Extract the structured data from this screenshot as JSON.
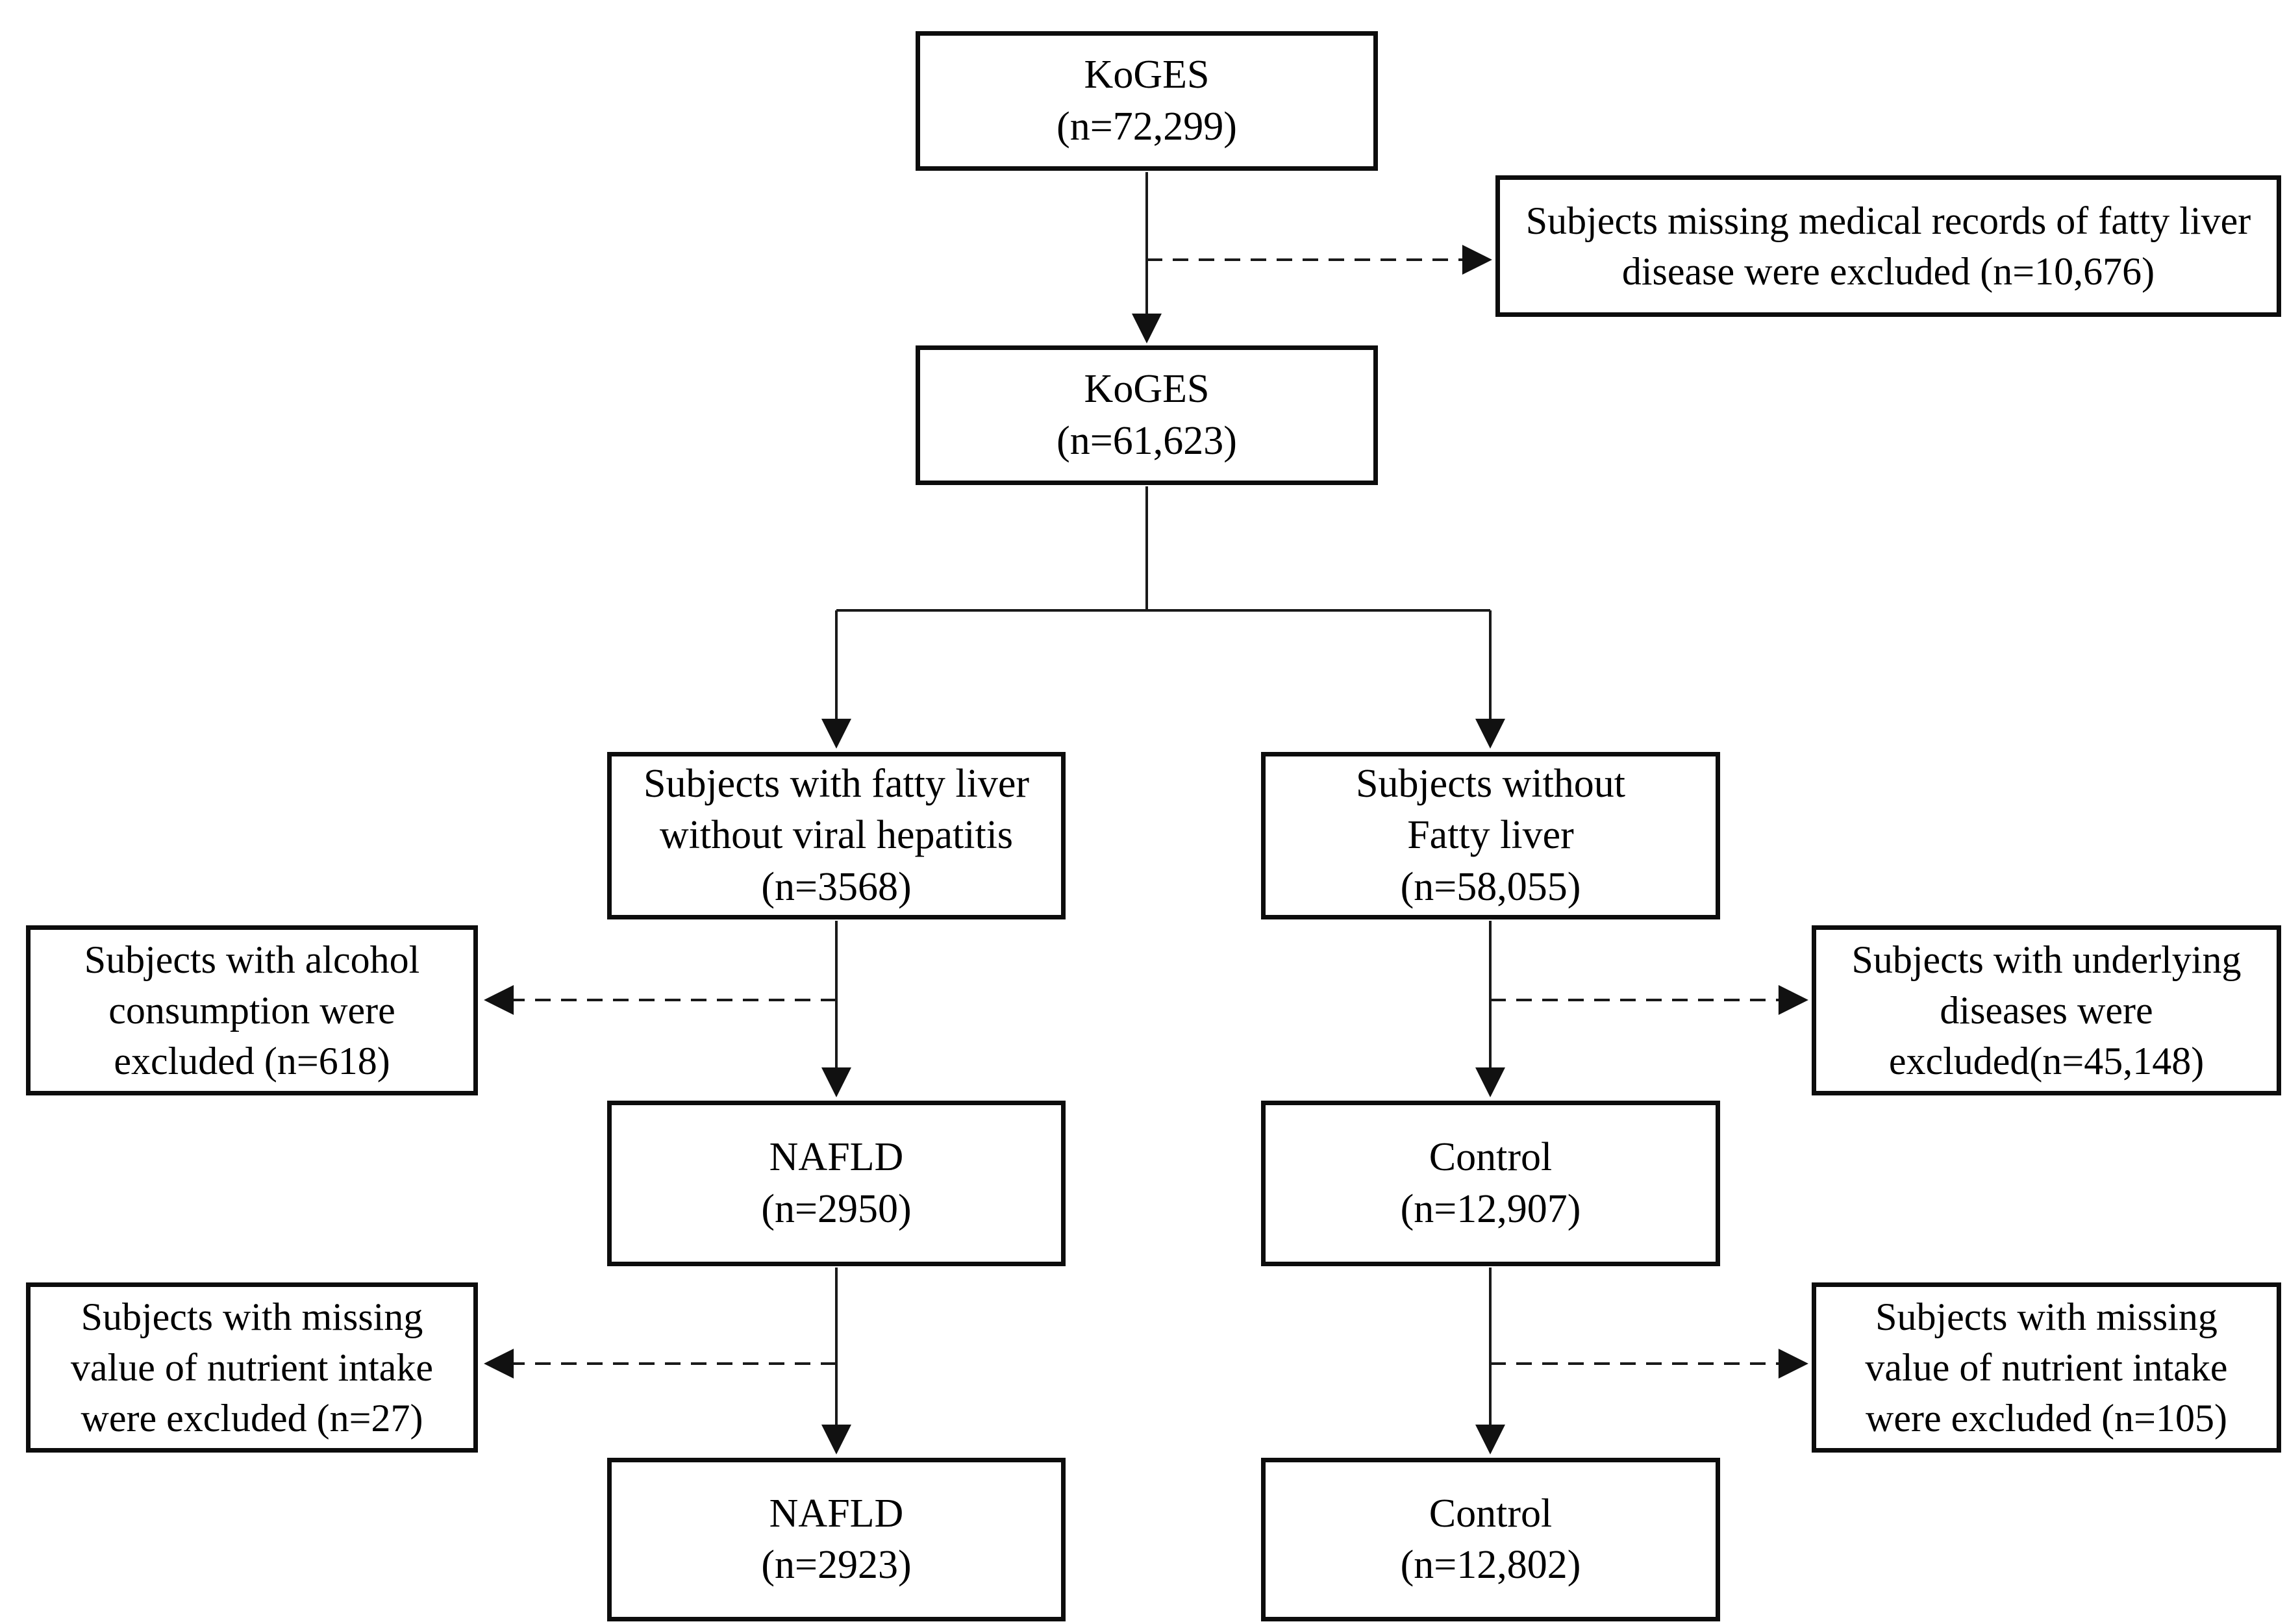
{
  "diagram": {
    "type": "flowchart",
    "description": "Subject selection flow diagram (KoGES cohort, NAFLD vs Control)",
    "colors": {
      "background": "#ffffff",
      "box_border": "#0d0d0d",
      "line": "#1a1a1a",
      "text": "#000000"
    },
    "nodes": {
      "koges_1": {
        "lines": [
          "KoGES",
          "(n=72,299)"
        ]
      },
      "koges_2": {
        "lines": [
          "KoGES",
          "(n=61,623)"
        ]
      },
      "fatty_liver": {
        "lines": [
          "Subjects with fatty liver",
          "without viral hepatitis",
          "(n=3568)"
        ]
      },
      "no_fatty_liver": {
        "lines": [
          "Subjects without",
          "Fatty liver",
          "(n=58,055)"
        ]
      },
      "nafld_1": {
        "lines": [
          "NAFLD",
          "(n=2950)"
        ]
      },
      "control_1": {
        "lines": [
          "Control",
          "(n=12,907)"
        ]
      },
      "nafld_2": {
        "lines": [
          "NAFLD",
          "(n=2923)"
        ]
      },
      "control_2": {
        "lines": [
          "Control",
          "(n=12,802)"
        ]
      },
      "excl_missing_records": {
        "lines": [
          "Subjects missing medical records of fatty liver",
          "disease were excluded (n=10,676)"
        ]
      },
      "excl_alcohol": {
        "lines": [
          "Subjects with alcohol",
          "consumption were",
          "excluded (n=618)"
        ]
      },
      "excl_underlying": {
        "lines": [
          "Subjects with underlying",
          "diseases were",
          "excluded(n=45,148)"
        ]
      },
      "excl_nutrient_nafld": {
        "lines": [
          "Subjects with missing",
          "value of nutrient intake",
          "were excluded (n=27)"
        ]
      },
      "excl_nutrient_control": {
        "lines": [
          "Subjects with missing",
          "value of nutrient intake",
          "were excluded (n=105)"
        ]
      }
    },
    "edges": [
      {
        "from": "koges_1",
        "to": "koges_2",
        "style": "solid-arrow"
      },
      {
        "from": "koges_1-to-koges_2",
        "to": "excl_missing_records",
        "style": "dashed-arrow"
      },
      {
        "from": "koges_2",
        "to": "fatty_liver",
        "style": "solid-arrow"
      },
      {
        "from": "koges_2",
        "to": "no_fatty_liver",
        "style": "solid-arrow"
      },
      {
        "from": "fatty_liver",
        "to": "nafld_1",
        "style": "solid-arrow"
      },
      {
        "from": "fatty_liver-to-nafld_1",
        "to": "excl_alcohol",
        "style": "dashed-arrow"
      },
      {
        "from": "no_fatty_liver",
        "to": "control_1",
        "style": "solid-arrow"
      },
      {
        "from": "no_fatty_liver-to-control_1",
        "to": "excl_underlying",
        "style": "dashed-arrow"
      },
      {
        "from": "nafld_1",
        "to": "nafld_2",
        "style": "solid-arrow"
      },
      {
        "from": "nafld_1-to-nafld_2",
        "to": "excl_nutrient_nafld",
        "style": "dashed-arrow"
      },
      {
        "from": "control_1",
        "to": "control_2",
        "style": "solid-arrow"
      },
      {
        "from": "control_1-to-control_2",
        "to": "excl_nutrient_control",
        "style": "dashed-arrow"
      }
    ]
  }
}
